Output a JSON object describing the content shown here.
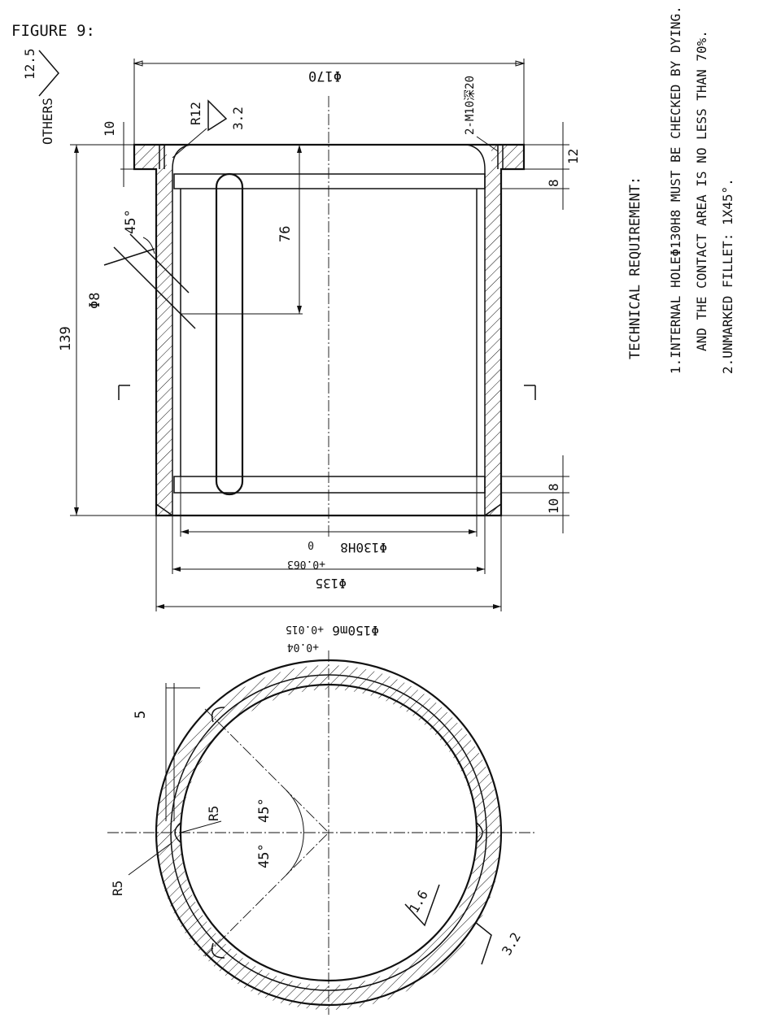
{
  "figure_label": "FIGURE 9:",
  "surface_finish": {
    "others_label": "OTHERS",
    "others_value": "12.5",
    "r12_finish": "3.2",
    "bottom_finish_1": "1.6",
    "bottom_finish_2": "3.2"
  },
  "section_view": {
    "dim_outer_top": "Φ170",
    "dim_thread": "2-M10深20",
    "dim_r12": "R12",
    "dim_10_left": "10",
    "dim_12_right": "12",
    "dim_8_right": "8",
    "dim_139": "139",
    "dim_76": "76",
    "dim_angle": "45°",
    "dim_hole": "Φ8",
    "dim_bottom_10": "10",
    "dim_bottom_8": "8",
    "dim_bore": "Φ130H8",
    "dim_bore_tol_upper": "+0.063",
    "dim_bore_tol_lower": "0",
    "dim_135": "Φ135",
    "dim_outer": "Φ150m6",
    "dim_outer_tol_upper": "+0.04",
    "dim_outer_tol_lower": "+0.015"
  },
  "circle_view": {
    "dim_5": "5",
    "dim_r5_a": "R5",
    "dim_r5_b": "R5",
    "angle_a": "45°",
    "angle_b": "45°"
  },
  "notes": {
    "heading": "TECHNICAL  REQUIREMENT:",
    "line1": "1.INTERNAL  HOLEΦ130H8 MUST  BE  CHECKED  BY  DYING.",
    "line2": "AND  THE   CONTACT  AREA  IS  NO  LESS  THAN  70%.",
    "line3": "2.UNMARKED  FILLET:  1X45°."
  }
}
